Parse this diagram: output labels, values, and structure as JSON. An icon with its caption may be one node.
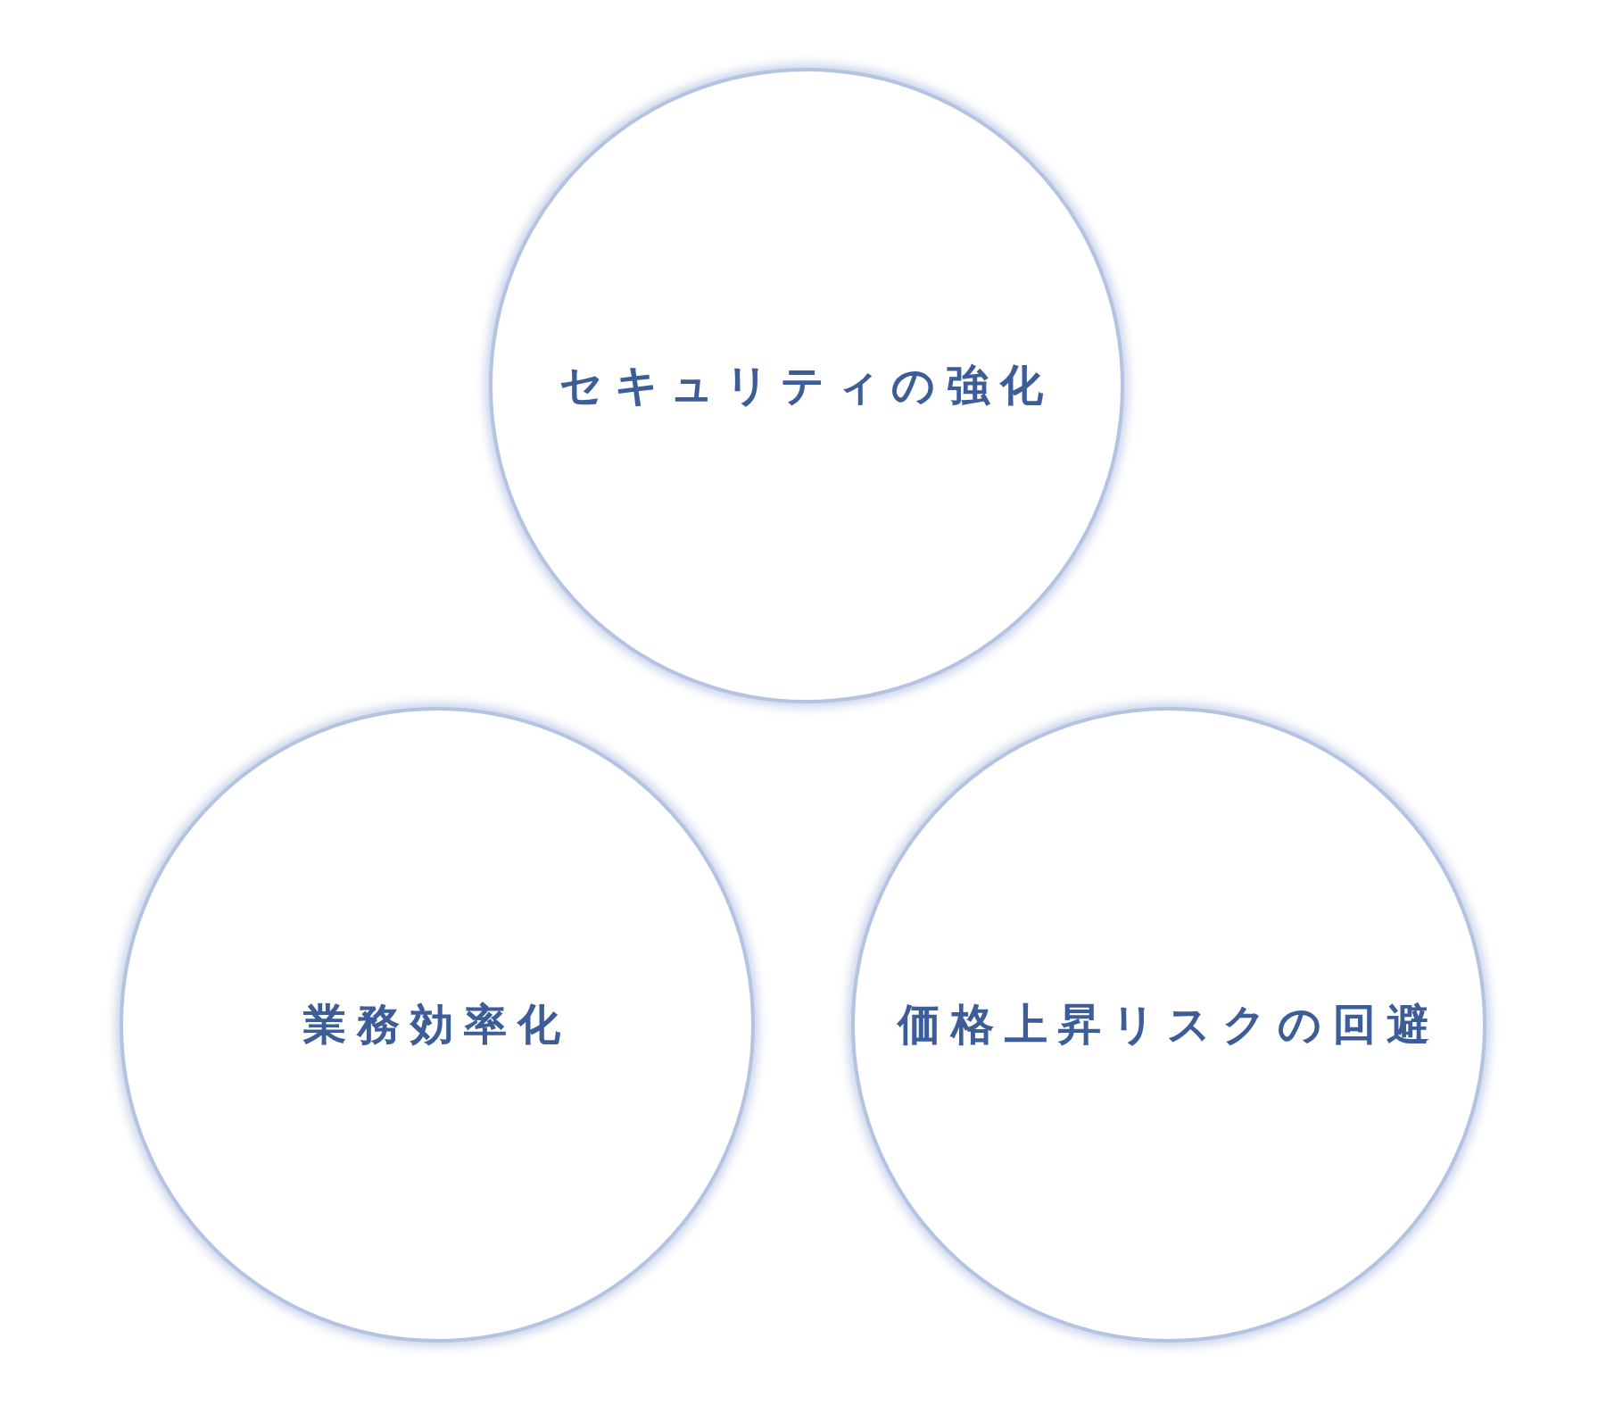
{
  "diagram": {
    "nodes": [
      {
        "text": [
          "セキュリティの強化"
        ]
      },
      {
        "text": [
          "業務効率化"
        ]
      },
      {
        "text": [
          "価格上昇リスクの回避"
        ]
      }
    ]
  }
}
